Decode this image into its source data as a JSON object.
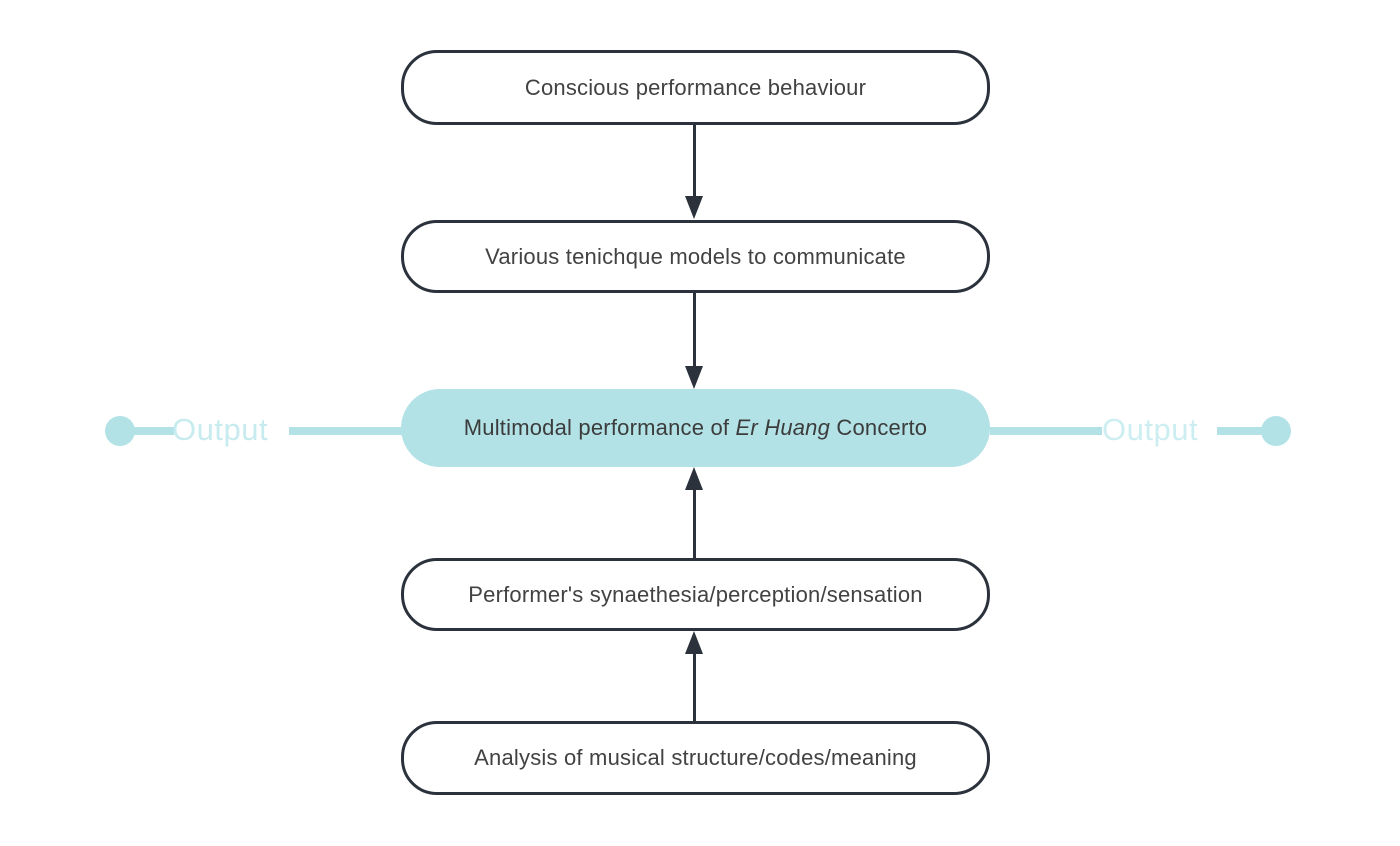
{
  "flowchart": {
    "boxes": [
      {
        "label": "Conscious performance behaviour"
      },
      {
        "label": "Various tenichque models to communicate"
      },
      {
        "prefix": "Multimodal performance of ",
        "italic": "Er Huang",
        "suffix": " Concerto"
      },
      {
        "label": "Performer's synaethesia/perception/sensation"
      },
      {
        "label": "Analysis of musical structure/codes/meaning"
      }
    ],
    "outputs": {
      "left": "Output",
      "right": "Output"
    },
    "arrows": [
      {
        "from": "box1",
        "to": "box2",
        "direction": "down"
      },
      {
        "from": "box2",
        "to": "box3",
        "direction": "down"
      },
      {
        "from": "box4",
        "to": "box3",
        "direction": "up"
      },
      {
        "from": "box5",
        "to": "box4",
        "direction": "up"
      }
    ],
    "colors": {
      "background": "#ffffff",
      "box_border": "#2b323c",
      "box_text": "#424242",
      "teal_fill": "#b2e2e6",
      "output_text_left": "#c7ebee",
      "output_text_right": "#cdeef1"
    }
  }
}
